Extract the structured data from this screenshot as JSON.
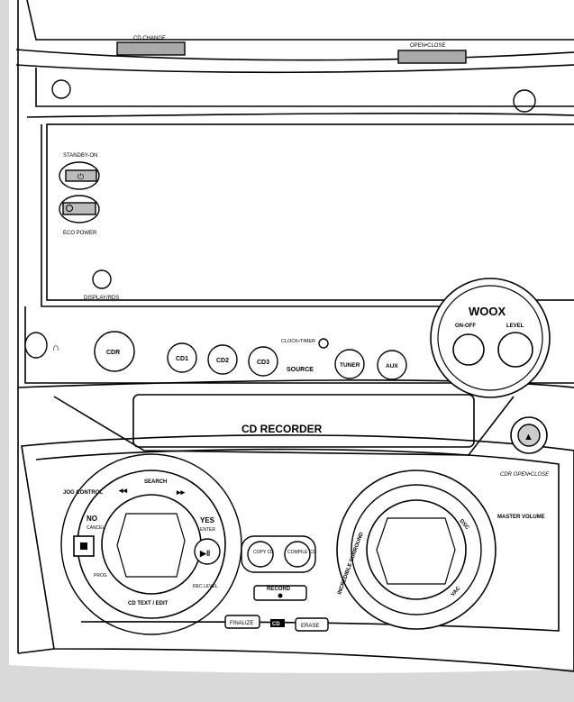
{
  "colors": {
    "background_strip": "#d9d9d9",
    "line": "#000000",
    "panel": "#ffffff"
  },
  "top": {
    "cd_change": "CD CHANGE",
    "open_close": "OPEN•CLOSE"
  },
  "power": {
    "standby_on": "STANDBY-ON",
    "eco_power": "ECO POWER",
    "display_rds": "DISPLAY/RDS"
  },
  "sources": {
    "cdr": "CDR",
    "cd1": "CD1",
    "cd2": "CD2",
    "cd3": "CD3",
    "source": "SOURCE",
    "clock_timer": "CLOCK•TIMER",
    "tuner": "TUNER",
    "aux": "AUX"
  },
  "woox": {
    "title": "WOOX",
    "on_off": "ON-OFF",
    "level": "LEVEL"
  },
  "recorder": {
    "title": "CD RECORDER",
    "cdr_open_close": "CDR OPEN•CLOSE"
  },
  "jog": {
    "jog_control": "JOG\nCONTROL",
    "search": "SEARCH",
    "prev": "◂◂",
    "next": "▸▸",
    "no": "NO",
    "cancel": "CANCEL",
    "yes": "YES",
    "enter": "ENTER",
    "prog": "PROG",
    "rec_level": "REC\nLEVEL",
    "cd_text": "CD TEXT / EDIT"
  },
  "copy": {
    "copy_cd": "COPY\nCD",
    "compile_cd": "COMPILE\nCD",
    "record": "RECORD"
  },
  "finalize": {
    "finalize": "FINALIZE",
    "cd": "CD",
    "erase": "ERASE"
  },
  "volume": {
    "master": "MASTER\nVOLUME",
    "incredible": "INCREDIBLE SURROUND",
    "dsc": "DSC",
    "vac": "VAC"
  }
}
